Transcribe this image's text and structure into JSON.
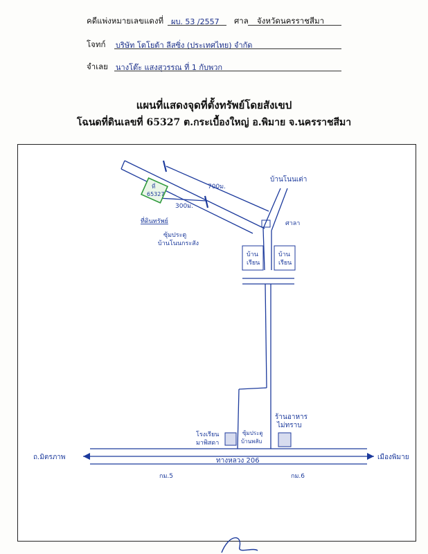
{
  "header": {
    "case_label": "คดีแพ่งหมายเลขแดงที่",
    "case_number": "ผบ. 53 /2557",
    "court_label": "ศาล",
    "court_name": "จังหวัดนครราชสีมา",
    "plaintiff_label": "โจทก์",
    "plaintiff": "บริษัท โตโยต้า ลีสซิ่ง (ประเทศไทย) จำกัด",
    "defendant_label": "จำเลย",
    "defendant": "นางโต๊ะ แสงสุวรรณ ที่ 1 กับพวก"
  },
  "title": {
    "line1": "แผนที่แสดงจุดที่ตั้งทรัพย์โดยสังเขป",
    "line2": "โฉนดที่ดินเลขที่ 65327 ต.กระเบื้องใหญ่ อ.พิมาย จ.นครราชสีมา"
  },
  "map": {
    "plot_label_top": "ที่",
    "plot_number": "65327",
    "property_label": "ที่ดินทรัพย์",
    "distance_long": "700ม.",
    "distance_short": "300ม.",
    "village_north": "บ้านโนนเต่า",
    "shrine": "ศาลา",
    "junction_note_1": "ซุ้มประตู",
    "junction_note_2": "บ้านโนนกระสัง",
    "house_left_1": "บ้าน",
    "house_left_2": "เรียน",
    "house_right_1": "บ้าน",
    "house_right_2": "เรียน",
    "restaurant_1": "ร้านอาหาร",
    "restaurant_2": "ไม่ทราบ",
    "gas_station_1": "โรงเรียน",
    "gas_station_2": "มาพิสดา",
    "gate_1": "ซุ้มประตู",
    "gate_2": "บ้านพลับ",
    "highway": "ทางหลวง 206",
    "left_destination": "ถ.มิตรภาพ",
    "right_destination": "เมืองพิมาย",
    "km_left": "กม.5",
    "km_right": "กม.6"
  },
  "colors": {
    "ink_blue": "#1c3a9c",
    "plot_green": "#2f9a3c"
  }
}
